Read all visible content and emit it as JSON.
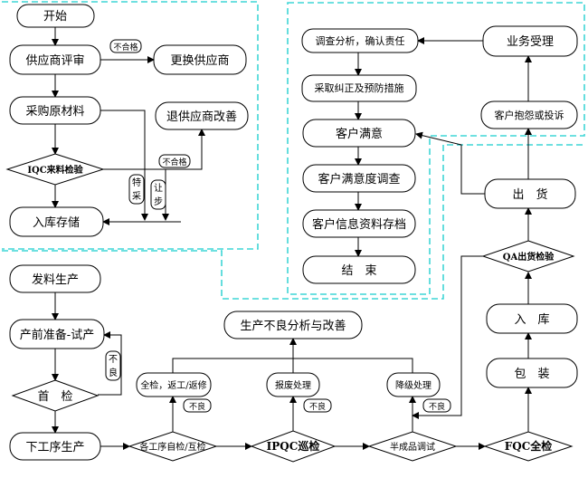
{
  "nodes": {
    "start": "开始",
    "supplier_review": "供应商评审",
    "replace_supplier": "更换供应商",
    "purchase": "采购原材料",
    "return_supplier": "退供应商改善",
    "iqc": "IQC来料检验",
    "warehouse_in": "入库存储",
    "material_issue": "发料生产",
    "pre_production": "产前准备-试产",
    "first_inspection": "首　检",
    "next_process": "下工序生产",
    "self_check": "各工序自检/互检",
    "ipqc": "IPQC巡检",
    "semi_test": "半成品调试",
    "fqc": "FQC全检",
    "rework": "全检，返工/返修",
    "scrap": "报废处理",
    "downgrade": "降级处理",
    "defect_analysis": "生产不良分析与改善",
    "packing": "包　装",
    "stock_in": "入　库",
    "qa": "QA出货检验",
    "shipping": "出　货",
    "complaint": "客户抱怨或投诉",
    "business": "业务受理",
    "investigate": "调查分析，确认责任",
    "corrective": "采取纠正及预防措施",
    "satisfied": "客户满意",
    "survey": "客户满意度调查",
    "archive": "客户信息资料存档",
    "end": "结　束"
  },
  "edge_labels": {
    "unqualified_1": "不合格",
    "unqualified_2": "不合格",
    "special_accept_1": "特",
    "special_accept_2": "采",
    "allow_1": "让",
    "allow_2": "步",
    "defect_1": "不",
    "defect_2": "良",
    "defect_self": "不良",
    "defect_ipqc": "不良",
    "defect_semi": "不良"
  },
  "colors": {
    "boundary": "#3fd6d6",
    "line": "#000000",
    "fill": "#ffffff"
  }
}
